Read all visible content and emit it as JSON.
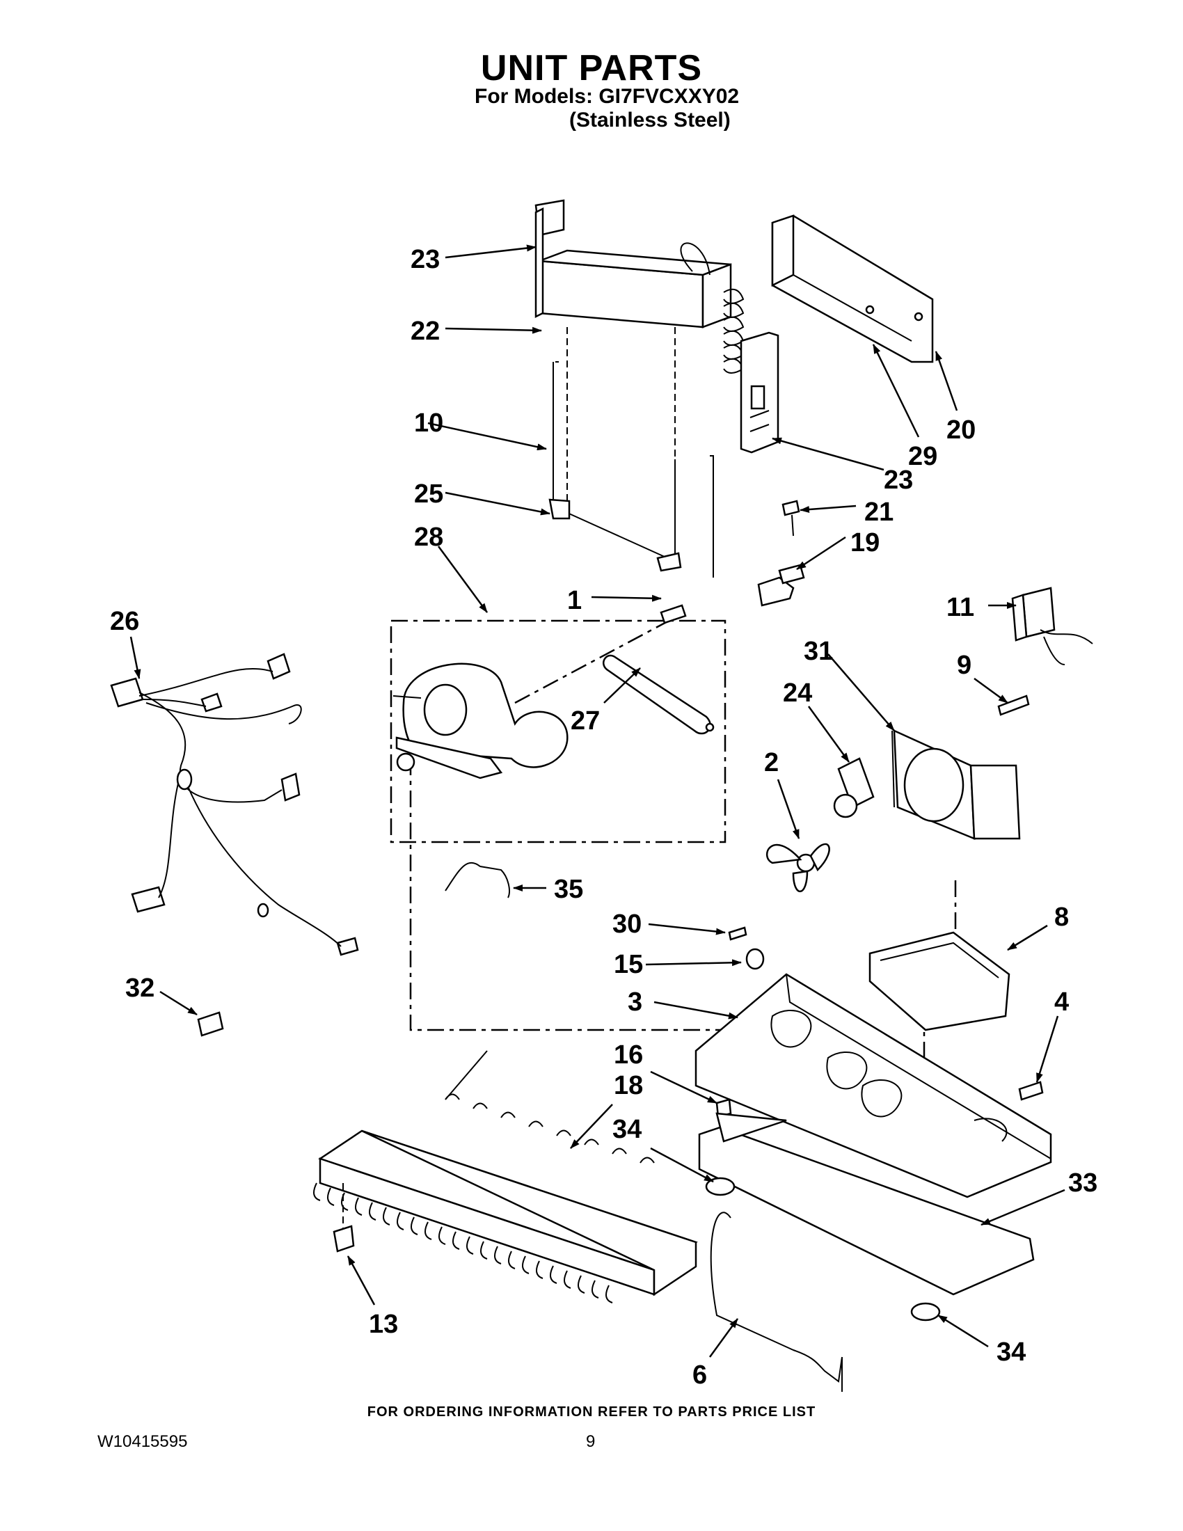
{
  "header": {
    "title": "UNIT PARTS",
    "models": "For Models: GI7FVCXXY02",
    "variant": "(Stainless Steel)"
  },
  "footer": {
    "ordering_note": "FOR ORDERING INFORMATION REFER TO PARTS PRICE LIST",
    "doc_id": "W10415595",
    "page": "9"
  },
  "callouts": {
    "c23a": "23",
    "c22": "22",
    "c10": "10",
    "c25": "25",
    "c28": "28",
    "c20": "20",
    "c29": "29",
    "c23b": "23",
    "c21": "21",
    "c19": "19",
    "c1": "1",
    "c26": "26",
    "c27": "27",
    "c11": "11",
    "c31": "31",
    "c9": "9",
    "c24": "24",
    "c2": "2",
    "c35": "35",
    "c30": "30",
    "c8": "8",
    "c15": "15",
    "c32": "32",
    "c3": "3",
    "c4": "4",
    "c16": "16",
    "c18": "18",
    "c34a": "34",
    "c33": "33",
    "c13": "13",
    "c6": "6",
    "c34b": "34"
  }
}
